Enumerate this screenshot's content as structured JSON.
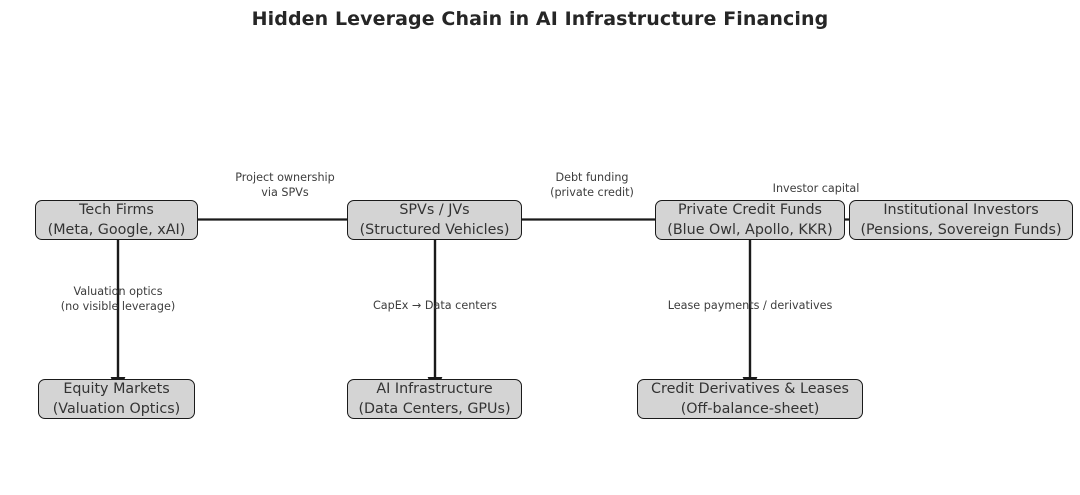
{
  "title": "Hidden Leverage Chain in AI Infrastructure Financing",
  "colors": {
    "node_fill": "#d4d4d4",
    "node_border": "#1a1a1a",
    "node_text": "#333333",
    "edge_line": "#1a1a1a",
    "label_text": "#3d3d3d",
    "title_text": "#262626",
    "background": "#ffffff"
  },
  "nodes": {
    "tech_firms": {
      "line1": "Tech Firms",
      "line2": "(Meta, Google, xAI)"
    },
    "spvs": {
      "line1": "SPVs / JVs",
      "line2": "(Structured Vehicles)"
    },
    "private_credit": {
      "line1": "Private Credit Funds",
      "line2": "(Blue Owl, Apollo, KKR)"
    },
    "institutional": {
      "line1": "Institutional Investors",
      "line2": "(Pensions, Sovereign Funds)"
    },
    "equity_markets": {
      "line1": "Equity Markets",
      "line2": "(Valuation Optics)"
    },
    "ai_infrastructure": {
      "line1": "AI Infrastructure",
      "line2": "(Data Centers, GPUs)"
    },
    "credit_derivatives": {
      "line1": "Credit Derivatives & Leases",
      "line2": "(Off-balance-sheet)"
    }
  },
  "edge_labels": {
    "project_ownership": {
      "line1": "Project ownership",
      "line2": "via SPVs"
    },
    "debt_funding": {
      "line1": "Debt funding",
      "line2": "(private credit)"
    },
    "investor_capital": {
      "line1": "Investor capital",
      "line2": ""
    },
    "valuation_optics": {
      "line1": "Valuation optics",
      "line2": "(no visible leverage)"
    },
    "capex": {
      "line1": "CapEx → Data centers",
      "line2": ""
    },
    "lease_payments": {
      "line1": "Lease payments / derivatives",
      "line2": ""
    }
  }
}
